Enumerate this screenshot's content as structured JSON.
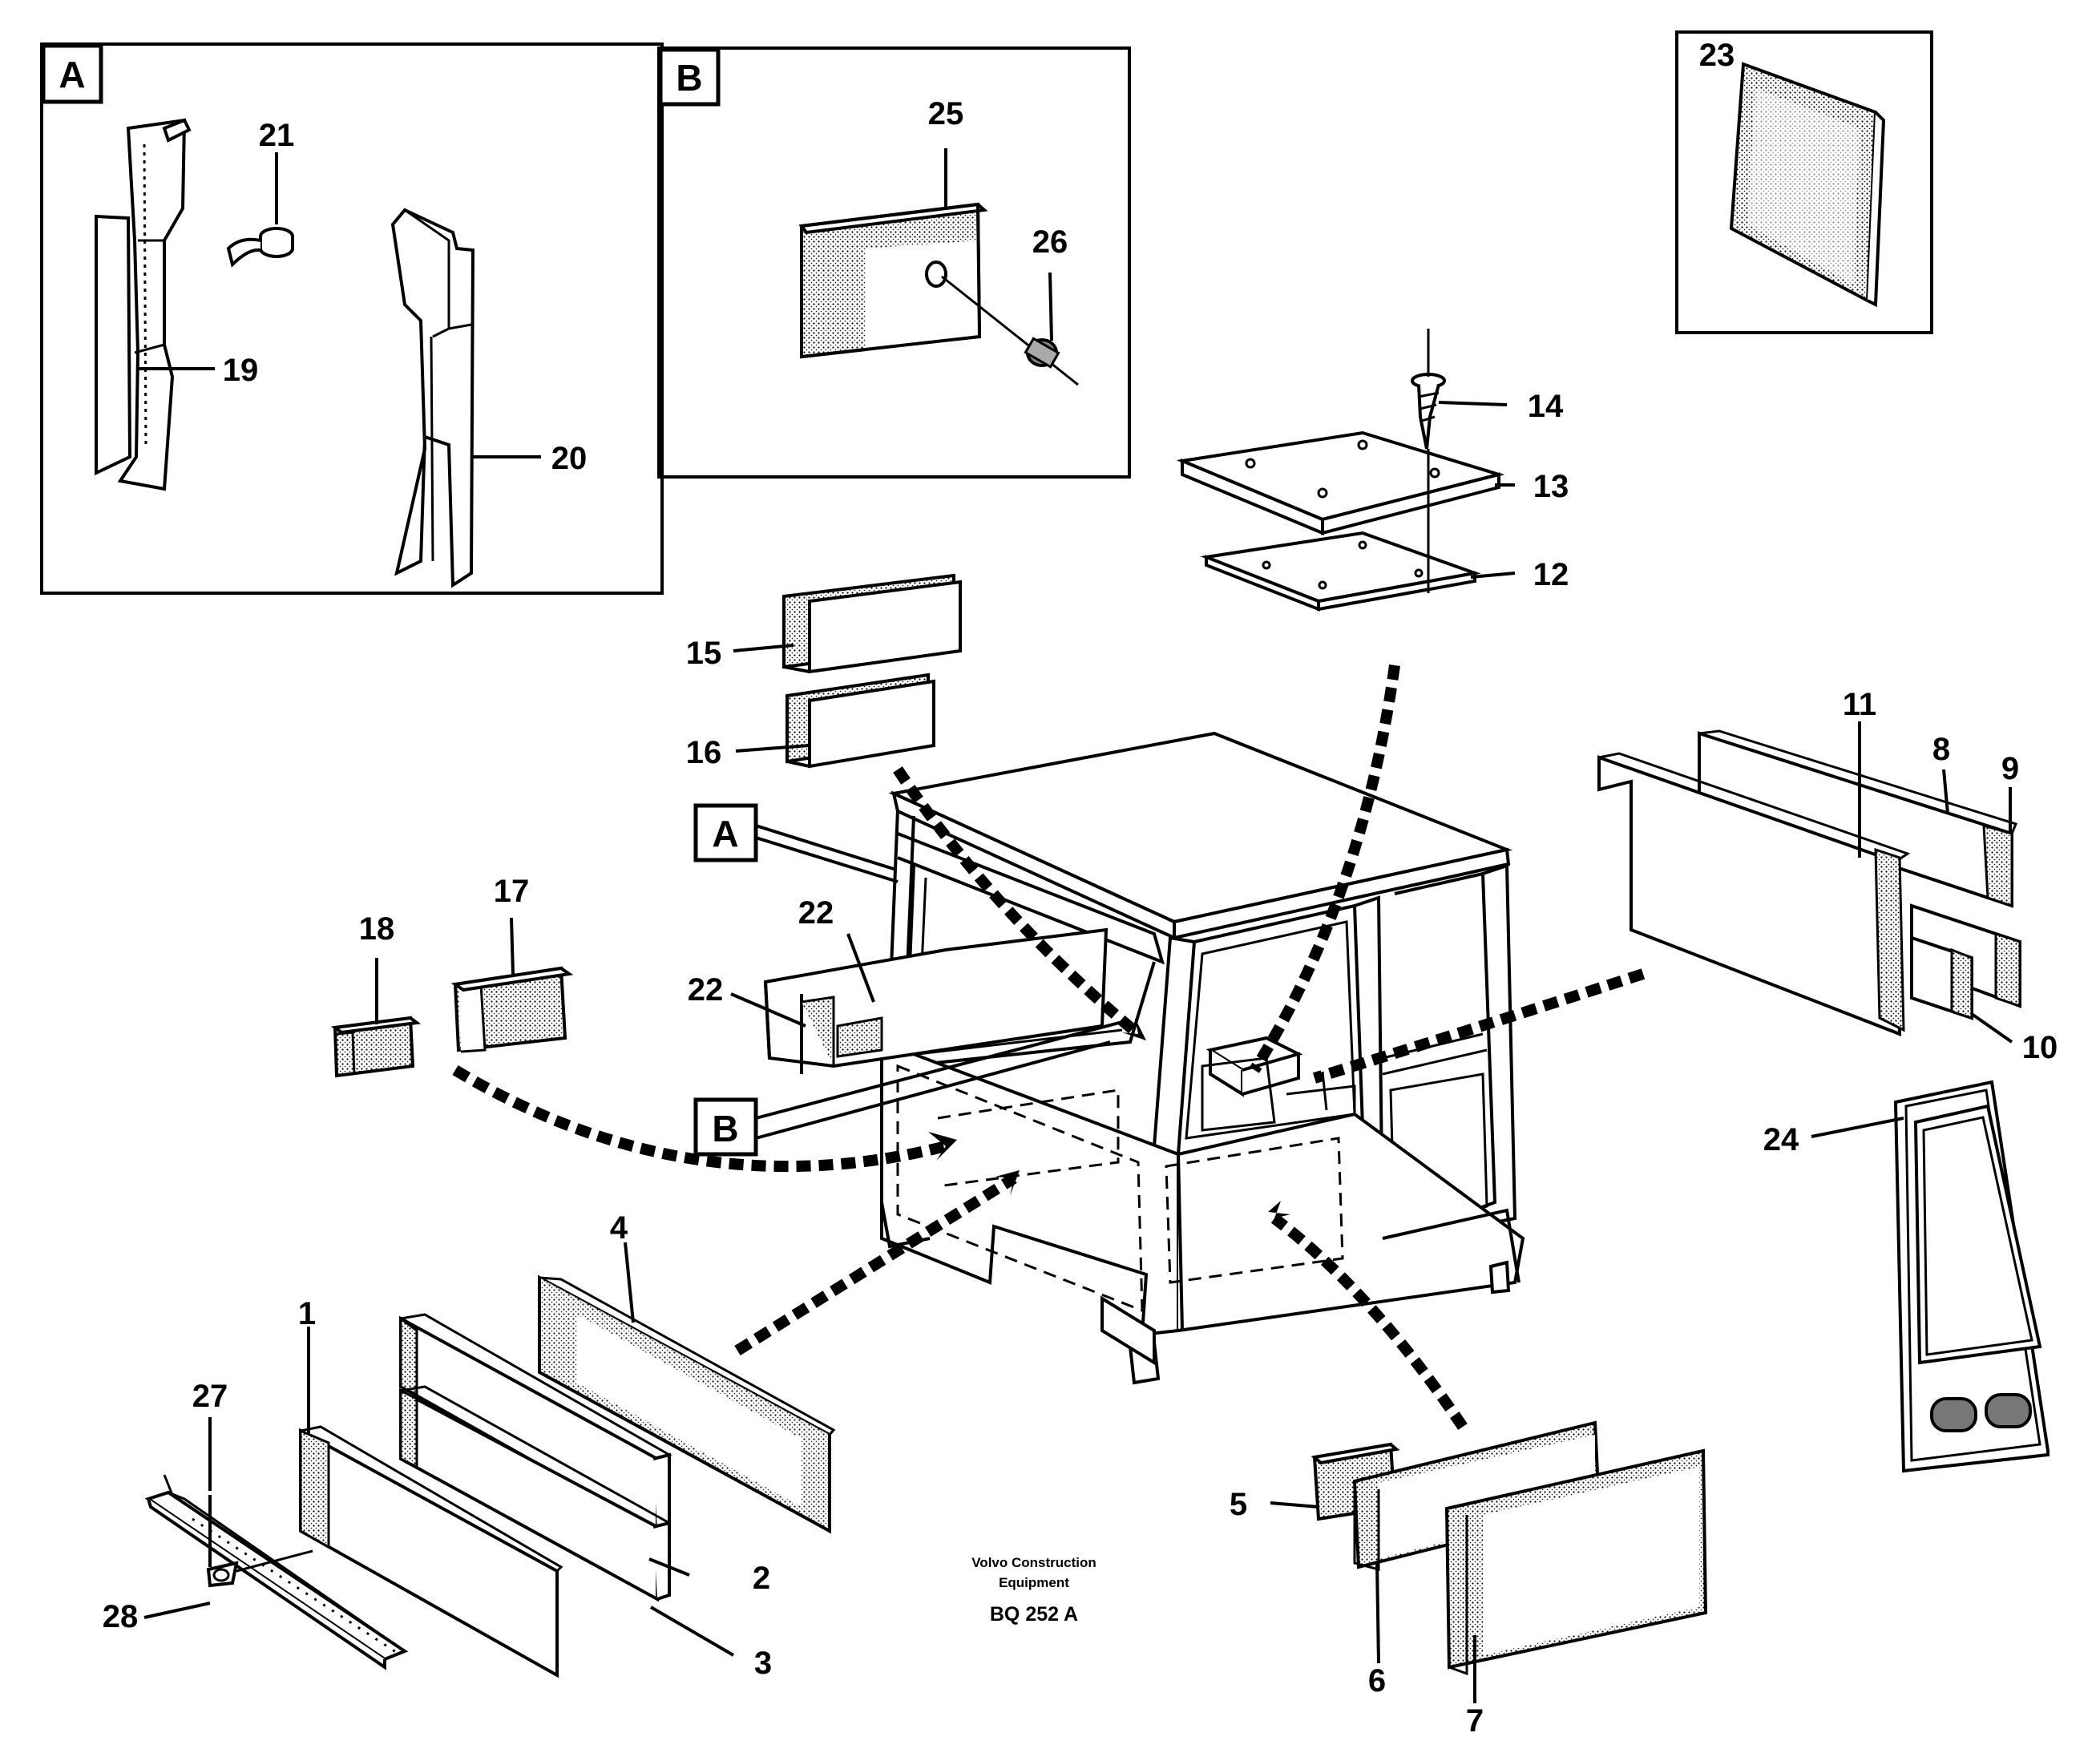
{
  "callouts": {
    "A": "A",
    "B": "B"
  },
  "parts": {
    "p1": "1",
    "p2": "2",
    "p3": "3",
    "p4": "4",
    "p5": "5",
    "p6": "6",
    "p7": "7",
    "p8": "8",
    "p9": "9",
    "p10": "10",
    "p11": "11",
    "p12": "12",
    "p13": "13",
    "p14": "14",
    "p15": "15",
    "p16": "16",
    "p17": "17",
    "p18": "18",
    "p19": "19",
    "p20": "20",
    "p21": "21",
    "p22": "22",
    "p23": "23",
    "p24": "24",
    "p25": "25",
    "p26": "26",
    "p27": "27",
    "p28": "28"
  },
  "footer": {
    "company_line1": "Volvo Construction",
    "company_line2": "Equipment",
    "reference": "BQ 252 A"
  }
}
